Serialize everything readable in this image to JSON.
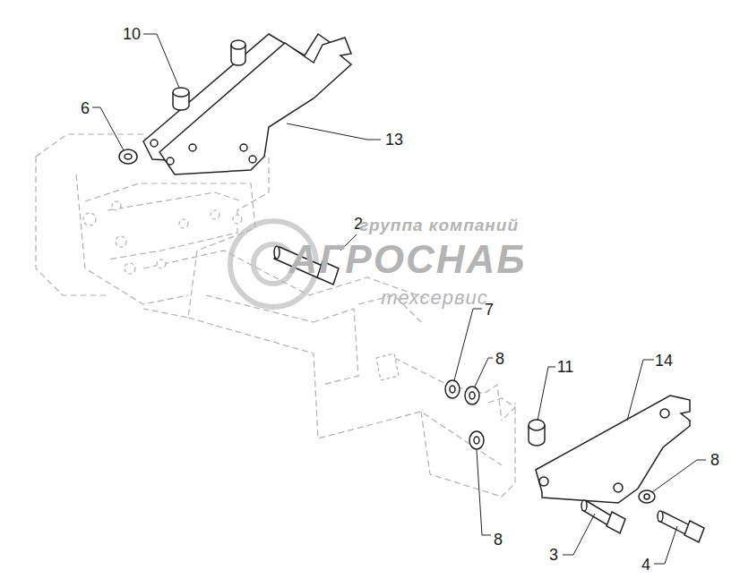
{
  "diagram": {
    "labels": [
      "10",
      "6",
      "13",
      "2",
      "7",
      "8",
      "11",
      "14",
      "8",
      "8",
      "3",
      "4",
      "группа компаний",
      "АГРОСНАБ",
      "техсервис"
    ]
  }
}
